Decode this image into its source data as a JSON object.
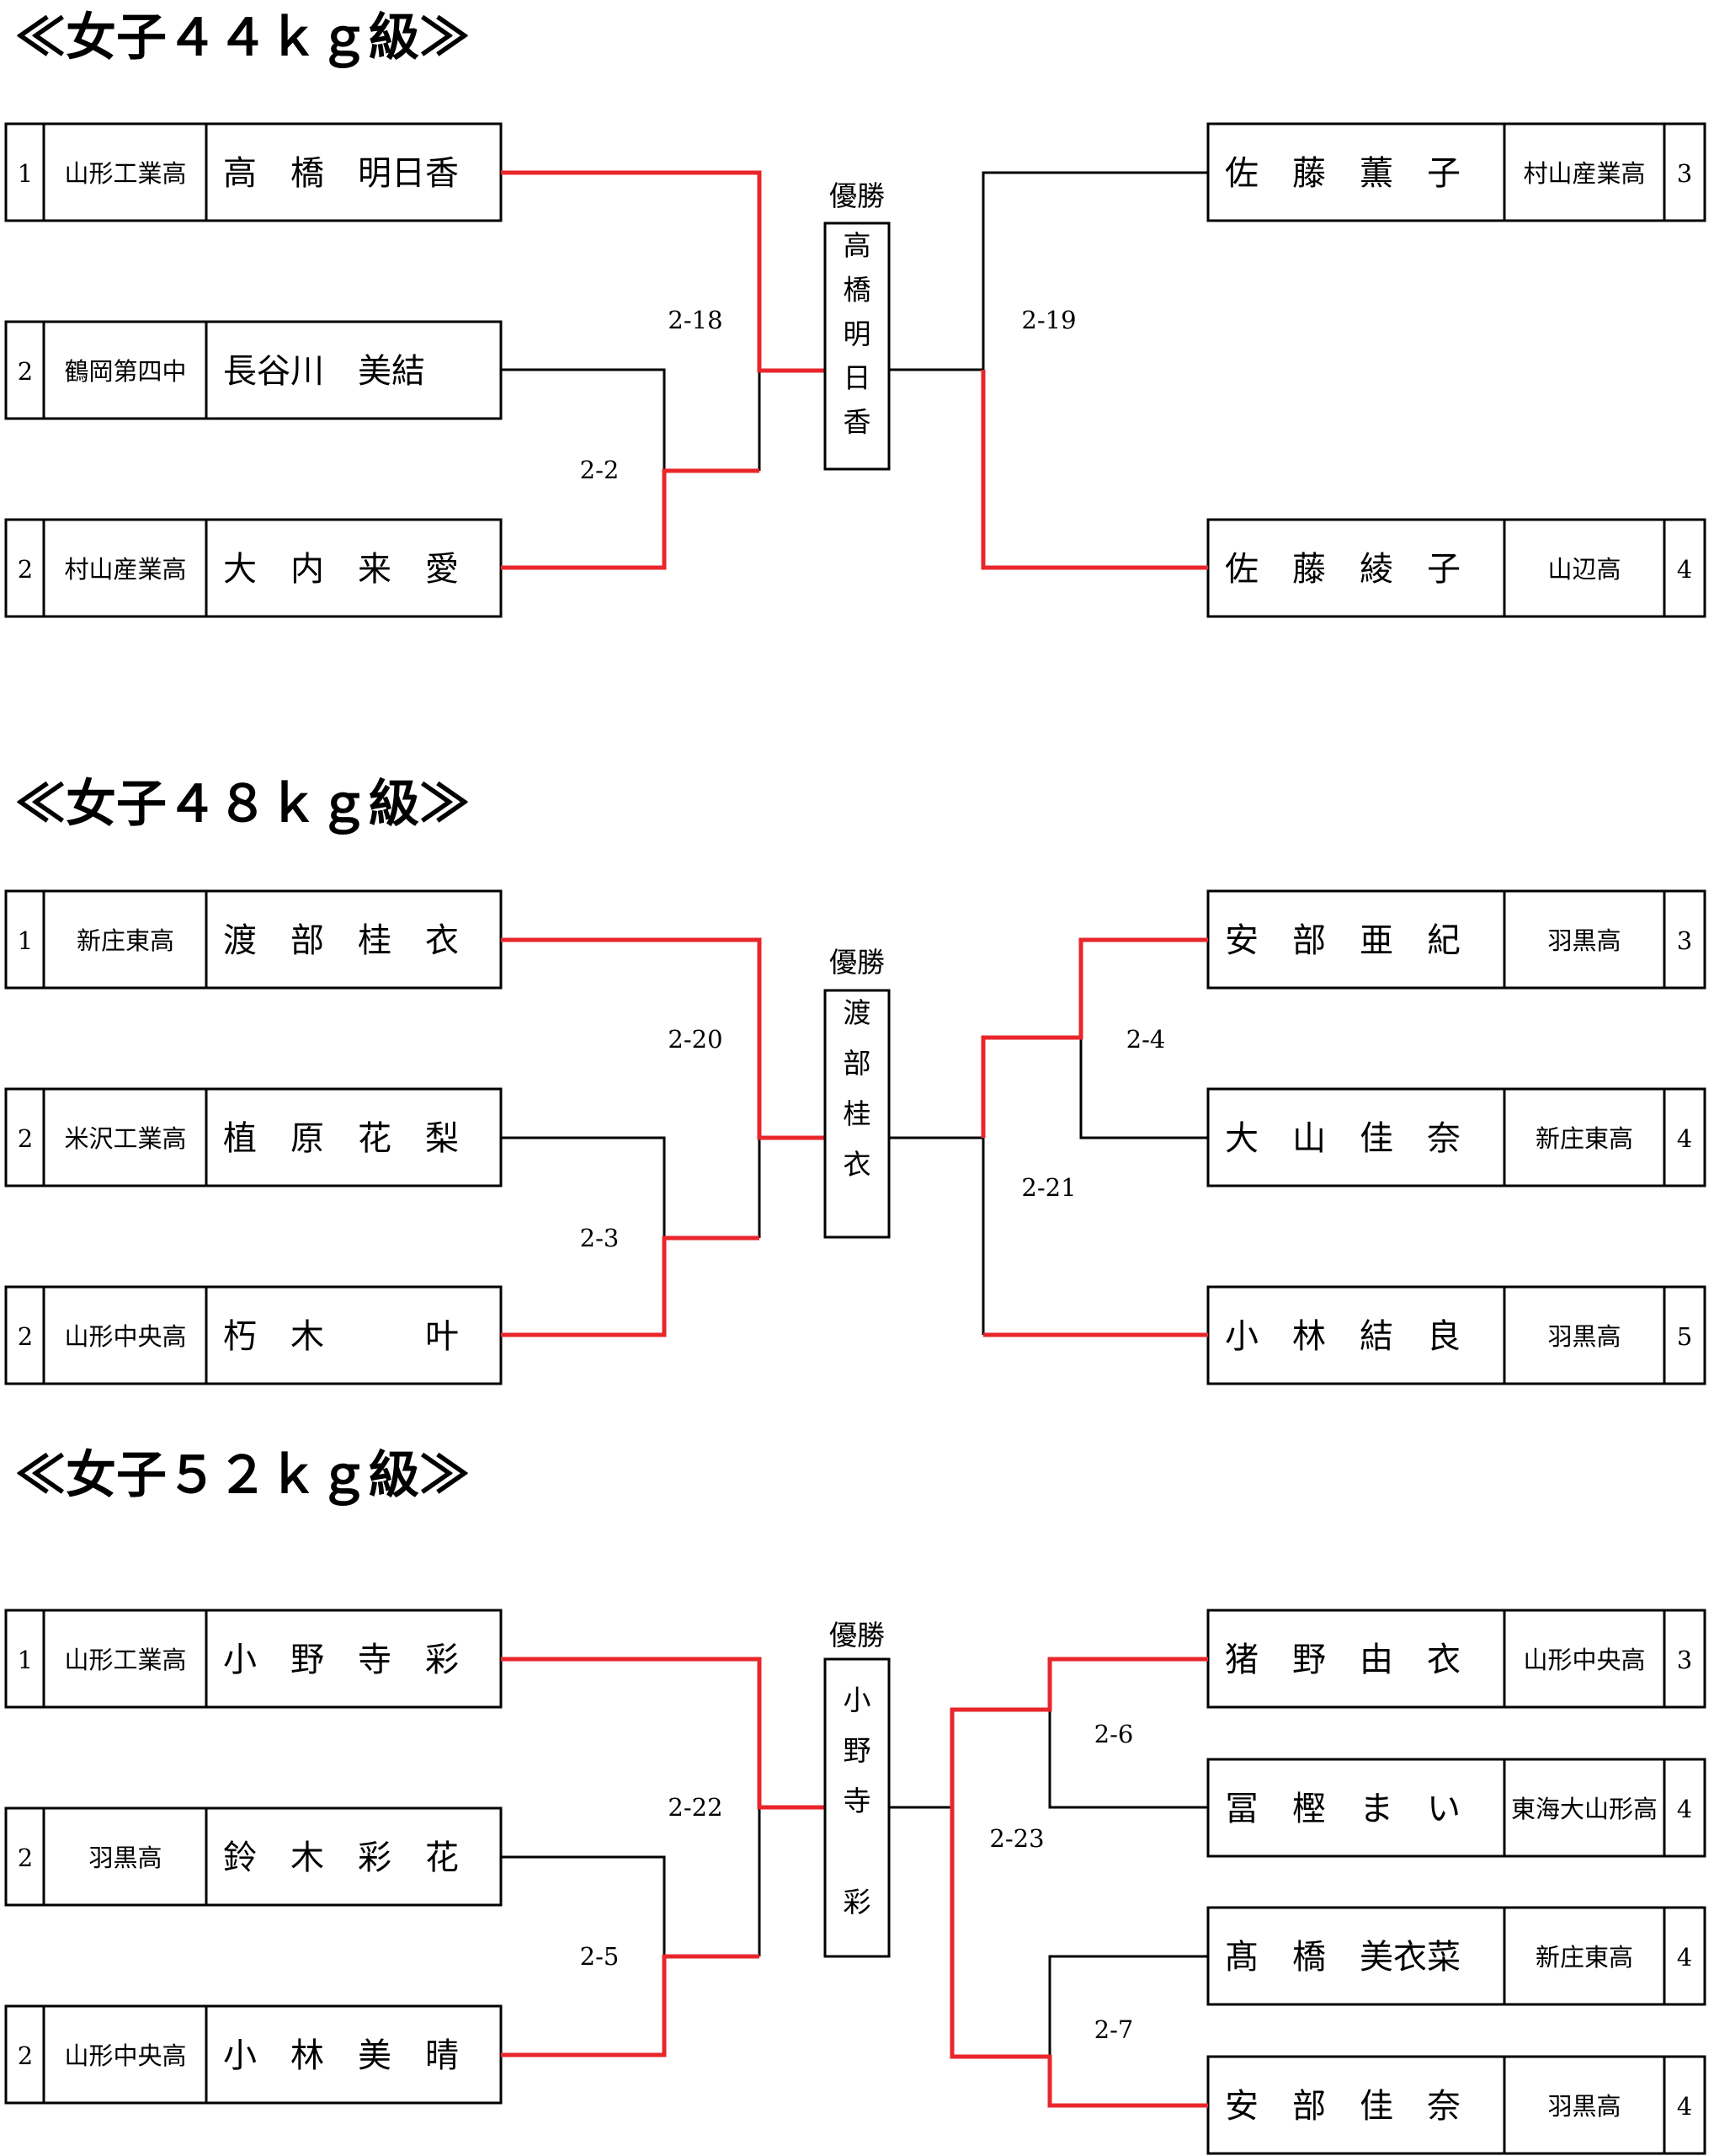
{
  "document": {
    "divisions": [
      {
        "title": "≪女子４４ｋｇ級≫",
        "champion_label": "優勝",
        "champion_name": "高橋明日香",
        "left_entries": [
          {
            "seed": "1",
            "school": "山形工業高",
            "name": "高　橋　明日香"
          },
          {
            "seed": "2",
            "school": "鶴岡第四中",
            "name": "長谷川　美結"
          },
          {
            "seed": "2",
            "school": "村山産業高",
            "name": "大　内　来　愛"
          }
        ],
        "right_entries": [
          {
            "seed": "3",
            "school": "村山産業高",
            "name": "佐　藤　薫　子"
          },
          {
            "seed": "4",
            "school": "山辺高",
            "name": "佐　藤　綾　子"
          }
        ],
        "matches": [
          "2-18",
          "2-2",
          "2-19"
        ]
      },
      {
        "title": "≪女子４８ｋｇ級≫",
        "champion_label": "優勝",
        "champion_name": "渡部桂衣",
        "left_entries": [
          {
            "seed": "1",
            "school": "新庄東高",
            "name": "渡　部　桂　衣"
          },
          {
            "seed": "2",
            "school": "米沢工業高",
            "name": "植　原　花　梨"
          },
          {
            "seed": "2",
            "school": "山形中央高",
            "name": "朽　木　　　叶"
          }
        ],
        "right_entries": [
          {
            "seed": "3",
            "school": "羽黒高",
            "name": "安　部　亜　紀"
          },
          {
            "seed": "4",
            "school": "新庄東高",
            "name": "大　山　佳　奈"
          },
          {
            "seed": "5",
            "school": "羽黒高",
            "name": "小　林　結　良"
          }
        ],
        "matches": [
          "2-20",
          "2-3",
          "2-4",
          "2-21"
        ]
      },
      {
        "title": "≪女子５２ｋｇ級≫",
        "champion_label": "優勝",
        "champion_name": "小野寺 彩",
        "left_entries": [
          {
            "seed": "1",
            "school": "山形工業高",
            "name": "小　野　寺　彩"
          },
          {
            "seed": "2",
            "school": "羽黒高",
            "name": "鈴　木　彩　花"
          },
          {
            "seed": "2",
            "school": "山形中央高",
            "name": "小　林　美　晴"
          }
        ],
        "right_entries": [
          {
            "seed": "3",
            "school": "山形中央高",
            "name": "猪　野　由　衣"
          },
          {
            "seed": "4",
            "school": "東海大山形高",
            "name": "冨　樫　ま　い"
          },
          {
            "seed": "4",
            "school": "新庄東高",
            "name": "髙　橋　美衣菜"
          },
          {
            "seed": "4",
            "school": "羽黒高",
            "name": "安　部　佳　奈"
          }
        ],
        "matches": [
          "2-22",
          "2-5",
          "2-23",
          "2-6",
          "2-7"
        ]
      }
    ]
  },
  "colors": {
    "winner_line": "#e8262b",
    "line": "#000000"
  }
}
